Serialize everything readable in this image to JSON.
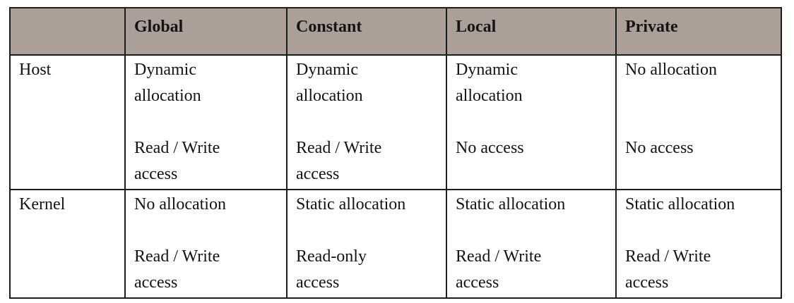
{
  "table": {
    "header": {
      "corner": "",
      "columns": [
        "Global",
        "Constant",
        "Local",
        "Private"
      ]
    },
    "rows": [
      {
        "label": "Host",
        "cells": [
          {
            "allocation": "Dynamic\nallocation",
            "access": "Read / Write\naccess"
          },
          {
            "allocation": "Dynamic\nallocation",
            "access": "Read / Write\naccess"
          },
          {
            "allocation": "Dynamic\nallocation",
            "access": "No access"
          },
          {
            "allocation": "No allocation",
            "access": "No access"
          }
        ]
      },
      {
        "label": "Kernel",
        "cells": [
          {
            "allocation": "No allocation",
            "access": "Read / Write\naccess"
          },
          {
            "allocation": "Static allocation",
            "access": "Read-only\naccess"
          },
          {
            "allocation": "Static allocation",
            "access": "Read / Write\naccess"
          },
          {
            "allocation": "Static allocation",
            "access": "Read / Write\naccess"
          }
        ]
      }
    ],
    "colors": {
      "header_bg": "#ab9f98",
      "border": "#1c1c1c",
      "text": "#141414"
    }
  }
}
